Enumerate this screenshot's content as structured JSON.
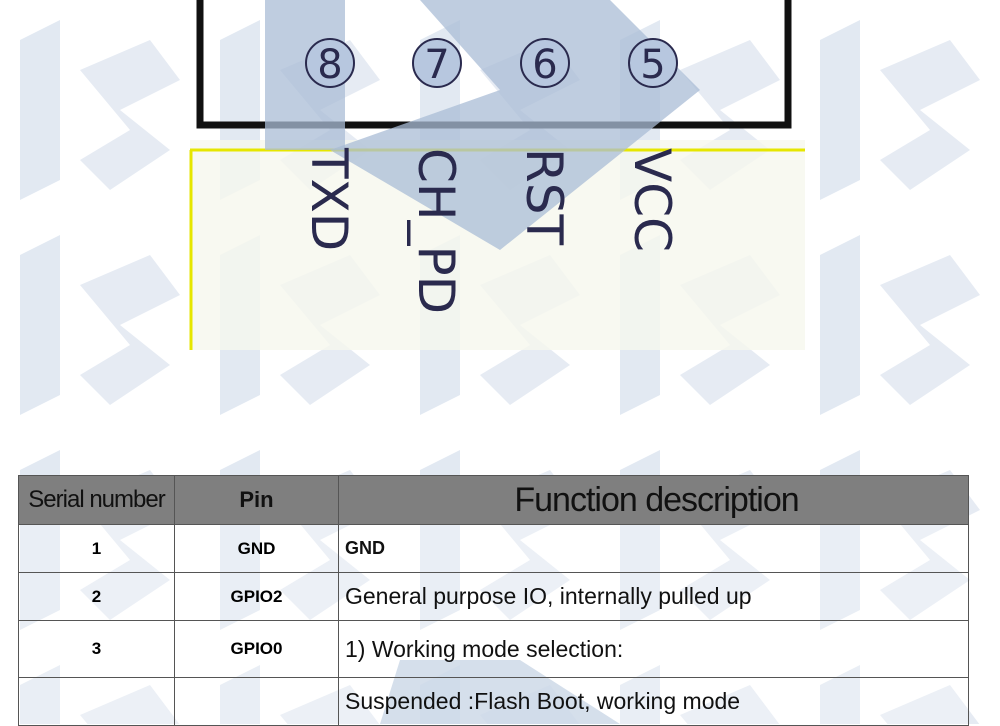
{
  "diagram": {
    "pins": [
      {
        "number": "8",
        "label": "TXD"
      },
      {
        "number": "7",
        "label": "CH_PD"
      },
      {
        "number": "6",
        "label": "RST"
      },
      {
        "number": "5",
        "label": "VCC"
      }
    ]
  },
  "table": {
    "headers": {
      "serial": "Serial number",
      "pin": "Pin",
      "function": "Function description"
    },
    "rows": [
      {
        "serial": "1",
        "pin": "GND",
        "function": "GND"
      },
      {
        "serial": "2",
        "pin": "GPIO2",
        "function": "General purpose IO, internally pulled up"
      },
      {
        "serial": "3",
        "pin": "GPIO0",
        "function": "1) Working mode selection:"
      },
      {
        "serial": "",
        "pin": "",
        "function": "Suspended :Flash Boot, working mode"
      }
    ]
  },
  "colors": {
    "header_bg": "#7f7f7f",
    "watermark": "#c4d2e6",
    "yellow_line": "#e6e600",
    "text_dark": "#2a2a4e"
  }
}
